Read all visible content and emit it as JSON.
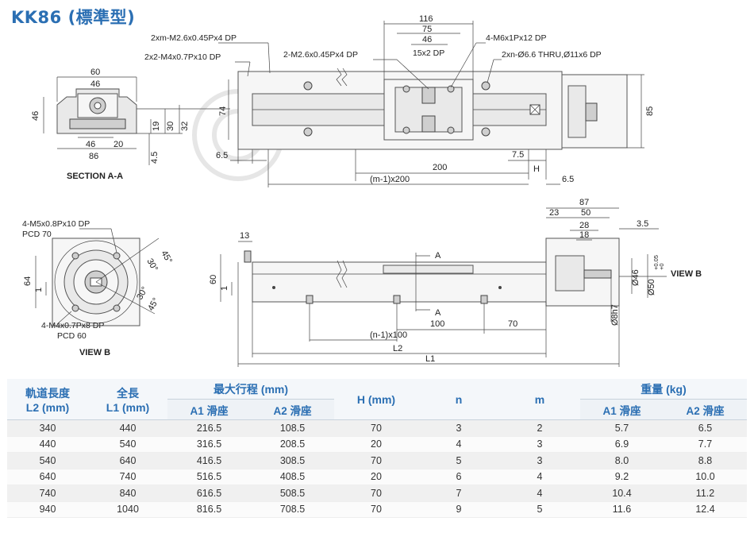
{
  "title": "KK86 (標準型)",
  "colors": {
    "accent": "#2b6fb3",
    "line": "#444444"
  },
  "section": {
    "label": "SECTION A-A",
    "dims": [
      "60",
      "46",
      "46",
      "19",
      "30",
      "32",
      "46",
      "20",
      "86",
      "4.5"
    ]
  },
  "top_view": {
    "callouts": [
      "2xm-M2.6x0.45Px4 DP",
      "2x2-M4x0.7Px10 DP",
      "2-M2.6x0.45Px4 DP",
      "4-M6x1Px12 DP",
      "2xn-Ø6.6 THRU,Ø11x6 DP"
    ],
    "dims": [
      "116",
      "75",
      "46",
      "15x2 DP",
      "74",
      "85",
      "6.5",
      "7.5",
      "H",
      "200",
      "(m-1)x200",
      "6.5"
    ]
  },
  "view_b": {
    "label": "VIEW B",
    "callouts": [
      "4-M5x0.8Px10 DP",
      "PCD 70",
      "4-M4x0.7Px8 DP",
      "PCD 60"
    ],
    "dims": [
      "45°",
      "30°",
      "30°",
      "45°",
      "64",
      "1"
    ]
  },
  "side_view": {
    "view_label": "VIEW B",
    "dims": [
      "87",
      "23",
      "50",
      "28",
      "18",
      "3.5",
      "13",
      "60",
      "1",
      "Ø46",
      "Ø50",
      "+0.05",
      "+0",
      "Ø8h7",
      "A",
      "A",
      "100",
      "70",
      "(n-1)x100",
      "L2",
      "L1"
    ]
  },
  "table": {
    "headers": {
      "l2": [
        "軌道長度",
        "L2 (mm)"
      ],
      "l1": [
        "全長",
        "L1 (mm)"
      ],
      "stroke": "最大行程 (mm)",
      "h": "H (mm)",
      "n": "n",
      "m": "m",
      "weight": "重量 (kg)",
      "a1": "A1 滑座",
      "a2": "A2 滑座"
    },
    "rows": [
      [
        "340",
        "440",
        "216.5",
        "108.5",
        "70",
        "3",
        "2",
        "5.7",
        "6.5"
      ],
      [
        "440",
        "540",
        "316.5",
        "208.5",
        "20",
        "4",
        "3",
        "6.9",
        "7.7"
      ],
      [
        "540",
        "640",
        "416.5",
        "308.5",
        "70",
        "5",
        "3",
        "8.0",
        "8.8"
      ],
      [
        "640",
        "740",
        "516.5",
        "408.5",
        "20",
        "6",
        "4",
        "9.2",
        "10.0"
      ],
      [
        "740",
        "840",
        "616.5",
        "508.5",
        "70",
        "7",
        "4",
        "10.4",
        "11.2"
      ],
      [
        "940",
        "1040",
        "816.5",
        "708.5",
        "70",
        "9",
        "5",
        "11.6",
        "12.4"
      ]
    ]
  }
}
